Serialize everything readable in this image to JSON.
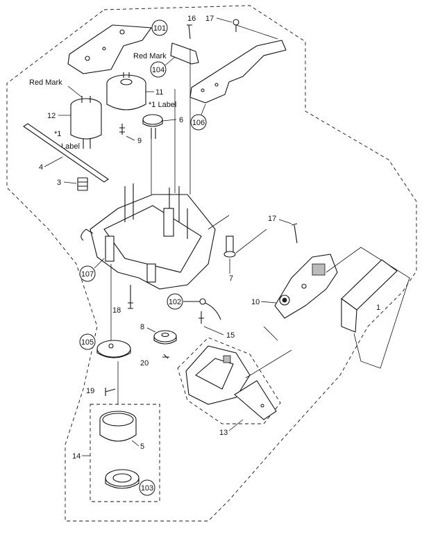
{
  "diagram": {
    "callouts": {
      "p101": "101",
      "p102": "102",
      "p103": "103",
      "p104": "104",
      "p105": "105",
      "p106": "106",
      "p107": "107"
    },
    "numbers": {
      "n1": "1",
      "n3": "3",
      "n4": "4",
      "n5": "5",
      "n6": "6",
      "n7": "7",
      "n8": "8",
      "n9": "9",
      "n10": "10",
      "n11": "11",
      "n12": "12",
      "n13": "13",
      "n14": "14",
      "n15": "15",
      "n16": "16",
      "n17a": "17",
      "n17b": "17",
      "n18": "18",
      "n19": "19",
      "n20": "20"
    },
    "notes": {
      "red_mark_left": "Red Mark",
      "red_mark_right": "Red Mark",
      "label_motor11": "*1 Label",
      "label_motor12_star": "*1",
      "label_motor12_word": "Label"
    }
  }
}
